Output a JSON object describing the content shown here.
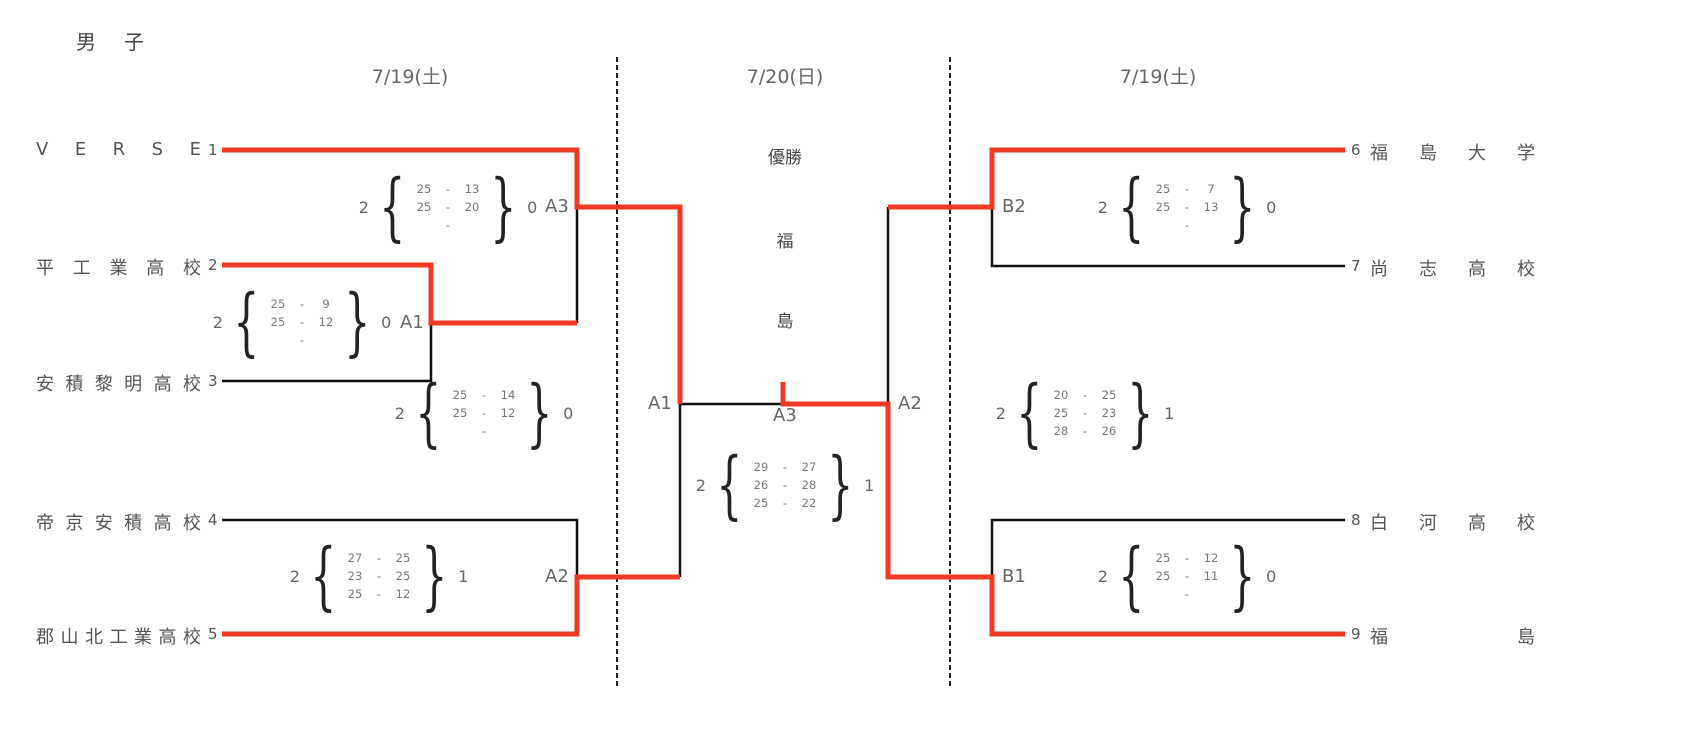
{
  "title": "男子",
  "dates": {
    "left": "7/19(土)",
    "center": "7/20(日)",
    "right": "7/19(土)"
  },
  "champion": {
    "label": "優勝",
    "chars": [
      "福",
      "島"
    ]
  },
  "teams": [
    {
      "seed": "1",
      "name": "VERSE"
    },
    {
      "seed": "2",
      "name": "平工業高校"
    },
    {
      "seed": "3",
      "name": "安積黎明高校"
    },
    {
      "seed": "4",
      "name": "帝京安積高校"
    },
    {
      "seed": "5",
      "name": "郡山北工業高校"
    },
    {
      "seed": "6",
      "name": "福島大学"
    },
    {
      "seed": "7",
      "name": "尚志高校"
    },
    {
      "seed": "8",
      "name": "白河高校"
    },
    {
      "seed": "9",
      "name": "福島"
    }
  ],
  "match_codes": {
    "a1": "A1",
    "a2": "A2",
    "a3": "A3",
    "final_a1": "A1",
    "final_a3": "A3",
    "final_a2": "A2",
    "b1": "B1",
    "b2": "B2"
  },
  "scores": [
    {
      "left": "2",
      "right": "0",
      "sets": [
        [
          "25",
          "13"
        ],
        [
          "25",
          "20"
        ],
        [
          "",
          ""
        ]
      ]
    },
    {
      "left": "2",
      "right": "0",
      "sets": [
        [
          "25",
          "9"
        ],
        [
          "25",
          "12"
        ],
        [
          "",
          ""
        ]
      ]
    },
    {
      "left": "2",
      "right": "0",
      "sets": [
        [
          "25",
          "14"
        ],
        [
          "25",
          "12"
        ],
        [
          "",
          ""
        ]
      ]
    },
    {
      "left": "2",
      "right": "1",
      "sets": [
        [
          "27",
          "25"
        ],
        [
          "23",
          "25"
        ],
        [
          "25",
          "12"
        ]
      ]
    },
    {
      "left": "2",
      "right": "1",
      "sets": [
        [
          "29",
          "27"
        ],
        [
          "26",
          "28"
        ],
        [
          "25",
          "22"
        ]
      ]
    },
    {
      "left": "2",
      "right": "0",
      "sets": [
        [
          "25",
          "7"
        ],
        [
          "25",
          "13"
        ],
        [
          "",
          ""
        ]
      ]
    },
    {
      "left": "2",
      "right": "1",
      "sets": [
        [
          "20",
          "25"
        ],
        [
          "25",
          "23"
        ],
        [
          "28",
          "26"
        ]
      ]
    },
    {
      "left": "2",
      "right": "0",
      "sets": [
        [
          "25",
          "12"
        ],
        [
          "25",
          "11"
        ],
        [
          "",
          ""
        ]
      ]
    }
  ],
  "colors": {
    "winner": "#ee3a24",
    "line": "#111111"
  }
}
